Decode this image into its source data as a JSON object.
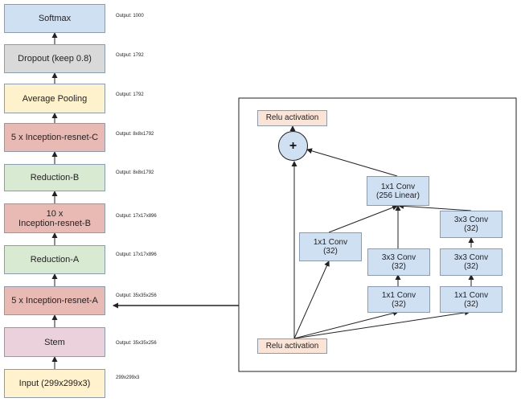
{
  "pipeline": {
    "softmax": "Softmax",
    "softmax_out": "Output: 1000",
    "dropout": "Dropout (keep 0.8)",
    "dropout_out": "Output: 1792",
    "avgpool": "Average Pooling",
    "avgpool_out": "Output: 1792",
    "inc_c": "5 x Inception-resnet-C",
    "inc_c_out": "Output: 8x8x1792",
    "red_b": "Reduction-B",
    "red_b_out": "Output: 8x8x1792",
    "inc_b_line1": "10 x",
    "inc_b_line2": "Inception-resnet-B",
    "inc_b_out": "Output: 17x17x896",
    "red_a": "Reduction-A",
    "red_a_out": "Output: 17x17x896",
    "inc_a": "5 x Inception-resnet-A",
    "inc_a_out": "Output: 35x35x256",
    "stem": "Stem",
    "stem_out": "Output: 35x35x256",
    "input": "Input (299x299x3)",
    "input_out": "299x299x3"
  },
  "block": {
    "relu_top": "Relu activation",
    "plus": "+",
    "conv_linear_l1": "1x1 Conv",
    "conv_linear_l2": "(256 Linear)",
    "b1_l1": "1x1 Conv",
    "b1_l2": "(32)",
    "b2a_l1": "3x3 Conv",
    "b2a_l2": "(32)",
    "b2b_l1": "1x1 Conv",
    "b2b_l2": "(32)",
    "b3a_l1": "3x3 Conv",
    "b3a_l2": "(32)",
    "b3b_l1": "3x3 Conv",
    "b3b_l2": "(32)",
    "b3c_l1": "1x1 Conv",
    "b3c_l2": "(32)",
    "relu_bottom": "Relu activation"
  }
}
